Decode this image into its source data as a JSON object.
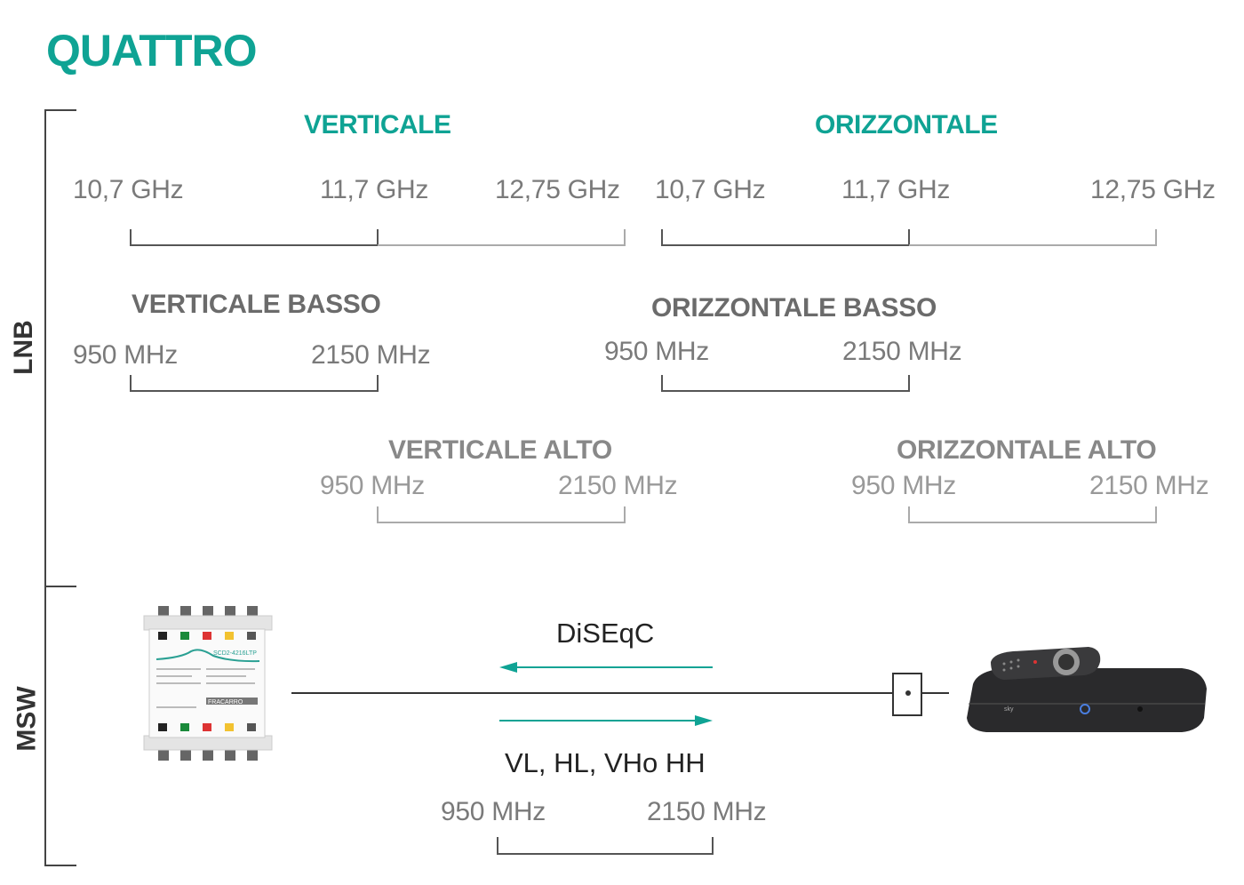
{
  "title": "QUATTRO",
  "colors": {
    "accent": "#0fa394",
    "text_gray": "#7a7a7a",
    "section_gray": "#6b6b6b"
  },
  "side_labels": {
    "lnb": "LNB",
    "msw": "MSW"
  },
  "lnb": {
    "vertical": {
      "label": "VERTICALE",
      "freqs": [
        "10,7 GHz",
        "11,7 GHz",
        "12,75 GHz"
      ]
    },
    "horizontal": {
      "label": "ORIZZONTALE",
      "freqs": [
        "10,7 GHz",
        "11,7 GHz",
        "12,75 GHz"
      ]
    },
    "vertical_low": {
      "label": "VERTICALE BASSO",
      "freqs": [
        "950 MHz",
        "2150 MHz"
      ]
    },
    "horizontal_low": {
      "label": "ORIZZONTALE BASSO",
      "freqs": [
        "950 MHz",
        "2150 MHz"
      ]
    },
    "vertical_high": {
      "label": "VERTICALE ALTO",
      "freqs": [
        "950 MHz",
        "2150 MHz"
      ]
    },
    "horizontal_high": {
      "label": "ORIZZONTALE ALTO",
      "freqs": [
        "950 MHz",
        "2150 MHz"
      ]
    }
  },
  "msw": {
    "device_label": "SCD2-4216LTP",
    "device_brand": "FRACARRO",
    "signal_up": "DiSEqC",
    "signal_down": "VL, HL, VHo HH",
    "freqs": [
      "950 MHz",
      "2150 MHz"
    ],
    "receiver_brand": "sky"
  }
}
